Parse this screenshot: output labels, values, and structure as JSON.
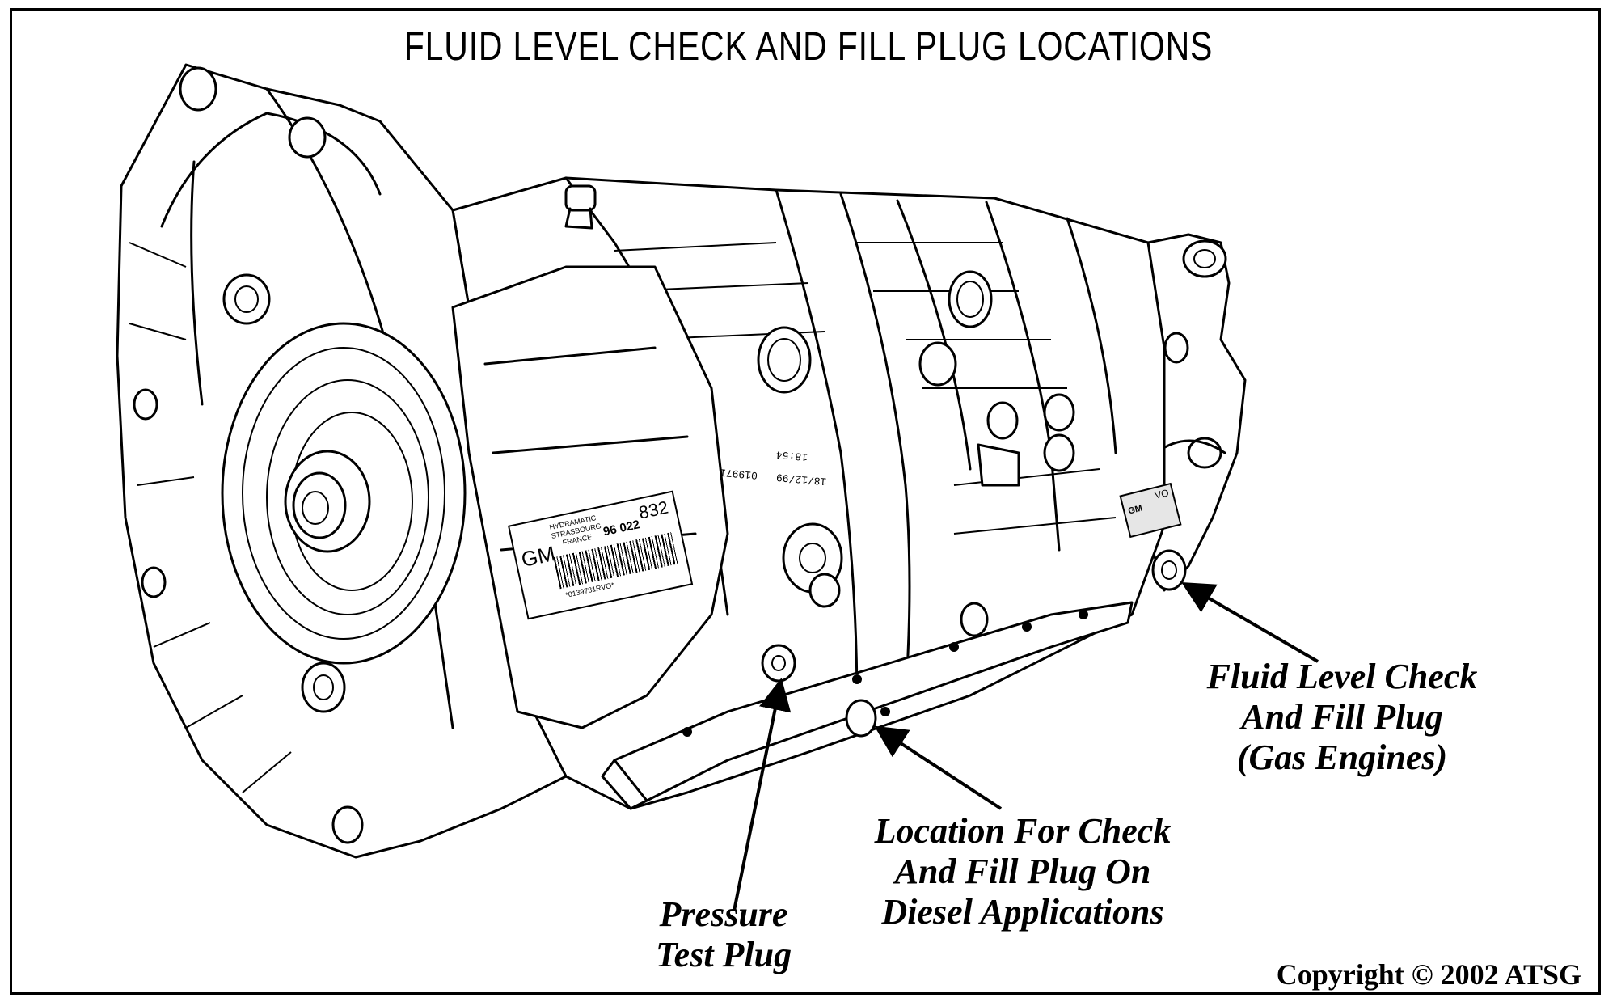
{
  "title": "FLUID LEVEL CHECK AND FILL PLUG LOCATIONS",
  "callouts": {
    "fluid_level": [
      "Fluid Level Check",
      "And Fill Plug",
      "(Gas Engines)"
    ],
    "diesel": [
      "Location For Check",
      "And Fill Plug On",
      "Diesel Applications"
    ],
    "pressure": [
      "Pressure",
      "Test Plug"
    ]
  },
  "label": {
    "brand": "GM",
    "line1": "HYDRAMATIC",
    "line2": "STRASBOURG",
    "line3": "FRANCE",
    "code": "96 022",
    "number": "832",
    "serial": "*0139781RVO*"
  },
  "stamp": {
    "time": "18:54",
    "date_code": "18/12/99   01997I"
  },
  "id_tag": {
    "brand": "GM",
    "code": "VO"
  },
  "copyright": "Copyright © 2002 ATSG"
}
